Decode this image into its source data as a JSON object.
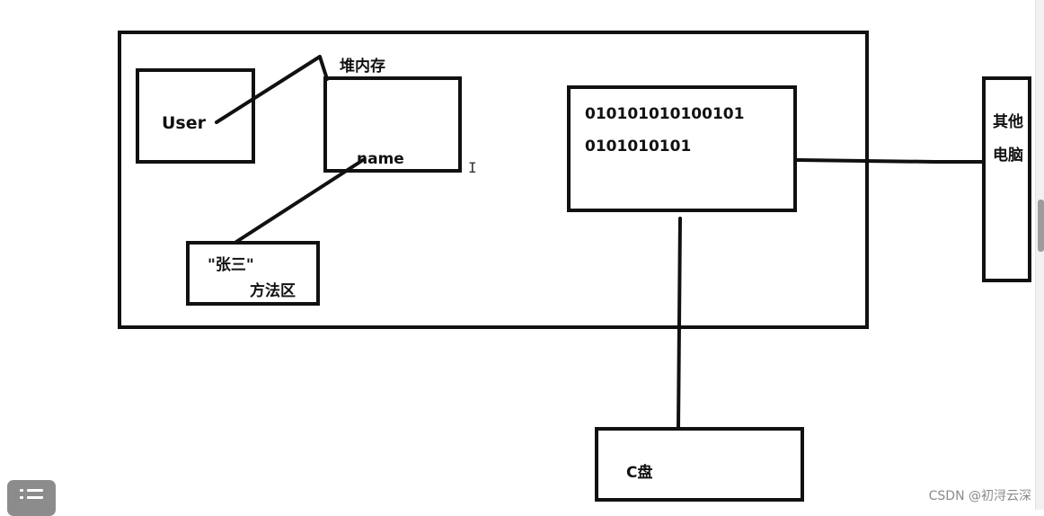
{
  "diagram": {
    "heap_label": "堆内存",
    "user_label": "User",
    "name_label": "name",
    "string_value": "\"张三\"",
    "method_area_label": "方法区",
    "binary_line_1": "010101010100101",
    "binary_line_2": "0101010101",
    "other_computer_line_1": "其他",
    "other_computer_line_2": "电脑",
    "disk_label": "C盘"
  },
  "watermark": "CSDN @初浔云深",
  "icons": {
    "list_button": "list-icon",
    "text_cursor": "text-cursor-icon"
  },
  "colors": {
    "stroke": "#111111",
    "background": "#ffffff",
    "watermark": "#8a8a8a",
    "list_button": "#8c8c8c"
  }
}
